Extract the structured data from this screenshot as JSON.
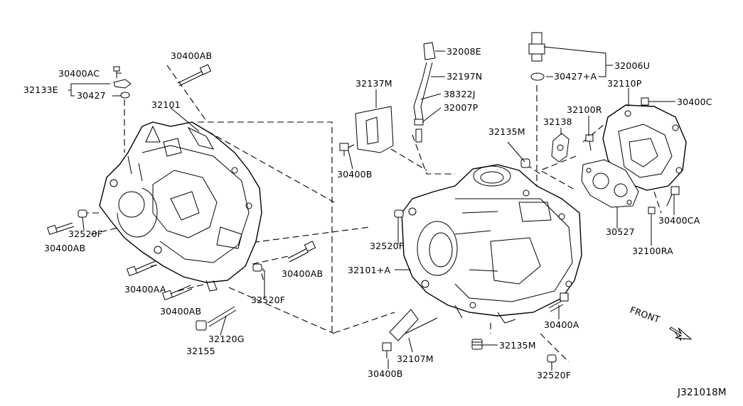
{
  "labels": {
    "p30400AB_top": "30400AB",
    "p30400AC": "30400AC",
    "p32133E": "32133E",
    "p30427_left": "30427",
    "p32101": "32101",
    "p32520F_left": "32520F",
    "p30400AB_left": "30400AB",
    "p30400AA": "30400AA",
    "p30400AB_bottom": "30400AB",
    "p32155": "32155",
    "p32120G": "32120G",
    "p32520F_mid": "32520F",
    "p30400AB_mid": "30400AB",
    "p32137M": "32137M",
    "p30400B_top": "30400B",
    "p32008E": "32008E",
    "p32197N": "32197N",
    "p38322J": "38322J",
    "p32007P": "32007P",
    "p32135M_top": "32135M",
    "p32006U": "32006U",
    "p30427A": "30427+A",
    "p32110P": "32110P",
    "p30400C": "30400C",
    "p32100R": "32100R",
    "p32138": "32138",
    "p32520F_center": "32520F",
    "p32101A": "32101+A",
    "p30527": "30527",
    "p30400CA": "30400CA",
    "p32100RA": "32100RA",
    "p30400A": "30400A",
    "p32135M_bottom": "32135M",
    "p32107M": "32107M",
    "p30400B_bottom": "30400B",
    "p32520F_bottom": "32520F",
    "front": "FRONT",
    "diagram_id": "J321018M"
  }
}
